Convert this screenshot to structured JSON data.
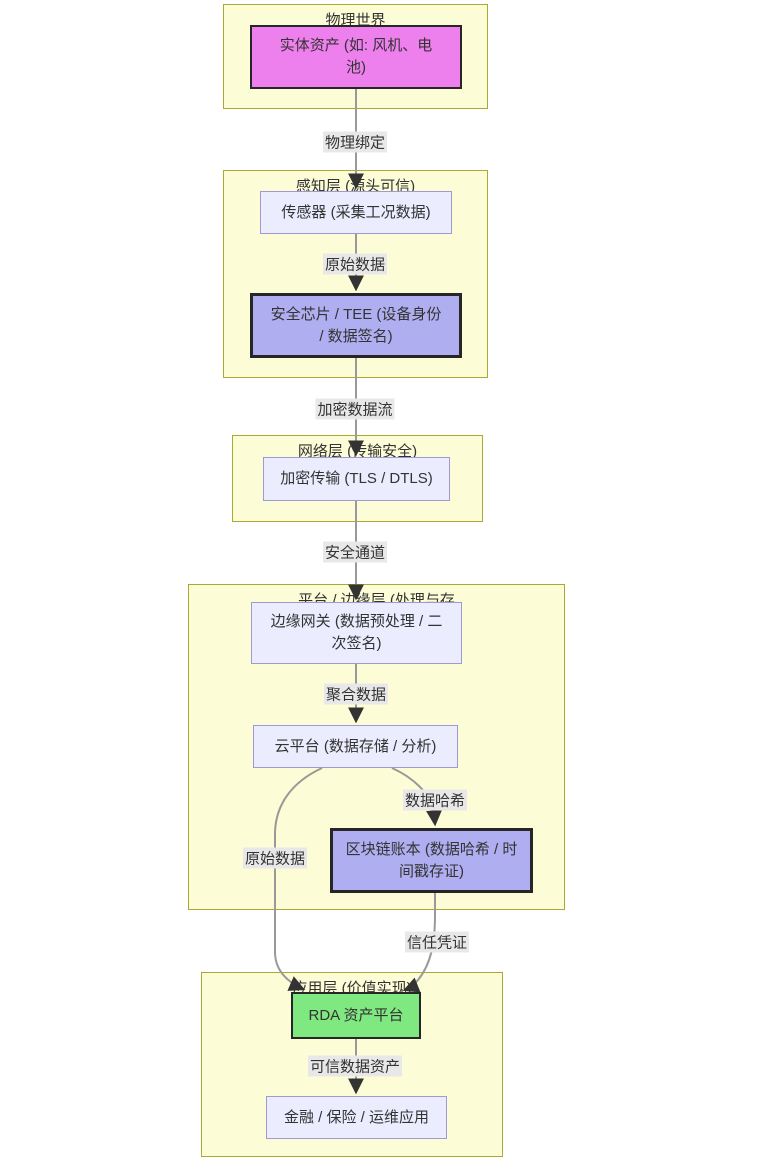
{
  "colors": {
    "cluster_fill": "#fcfcd6",
    "cluster_border": "#aaaa33",
    "node_fill": "#ececff",
    "node_border": "#9f9ad6",
    "strong_fill": "#aeaef0",
    "strong_border": "#262626",
    "pink_fill": "#ee80ee",
    "green_fill": "#80e880",
    "edge_line": "#999999",
    "arrowhead": "#333333",
    "label_bg": "#e8e8e8",
    "text": "#333333"
  },
  "clusters": [
    {
      "title": "物理世界"
    },
    {
      "title": "感知层 (源头可信)"
    },
    {
      "title": "网络层 (传输安全)"
    },
    {
      "title": "平台 / 边缘层 (处理与存"
    },
    {
      "title": "应用层 (价值实现)"
    }
  ],
  "nodes": [
    {
      "label": "实体资产 (如: 风机、电\n池)"
    },
    {
      "label": "传感器 (采集工况数据)"
    },
    {
      "label": "安全芯片 / TEE (设备身份\n/ 数据签名)"
    },
    {
      "label": "加密传输 (TLS / DTLS)"
    },
    {
      "label": "边缘网关 (数据预处理 / 二\n次签名)"
    },
    {
      "label": "云平台 (数据存储 / 分析)"
    },
    {
      "label": "区块链账本 (数据哈希 / 时\n间戳存证)"
    },
    {
      "label": "RDA 资产平台"
    },
    {
      "label": "金融 / 保险 / 运维应用"
    }
  ],
  "edges": [
    {
      "label": "物理绑定"
    },
    {
      "label": "原始数据"
    },
    {
      "label": "加密数据流"
    },
    {
      "label": "安全通道"
    },
    {
      "label": "聚合数据"
    },
    {
      "label": "数据哈希"
    },
    {
      "label": "原始数据"
    },
    {
      "label": "信任凭证"
    },
    {
      "label": "可信数据资产"
    }
  ]
}
